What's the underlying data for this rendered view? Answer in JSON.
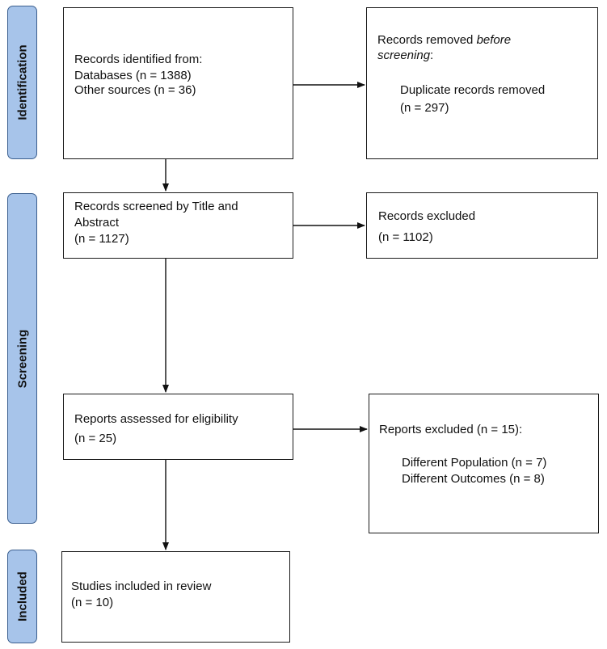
{
  "phases": {
    "identification": "Identification",
    "screening": "Screening",
    "included": "Included"
  },
  "identified": {
    "line1": "Records identified from:",
    "line2": "Databases (n = 1388)",
    "line3": "Other sources (n = 36)"
  },
  "removed": {
    "line1_prefix": "Records removed ",
    "line1_italic": "before",
    "line2_italic": "screening",
    "line2_suffix": ":",
    "line3": "Duplicate records removed",
    "line4": "(n = 297)"
  },
  "screened": {
    "line1": "Records screened by Title and",
    "line2": "Abstract",
    "line3": "(n = 1127)"
  },
  "excluded_records": {
    "line1": "Records excluded",
    "line2": "(n = 1102)"
  },
  "eligibility": {
    "line1": "Reports assessed for eligibility",
    "line2": "(n = 25)"
  },
  "excluded_reports": {
    "line1": "Reports excluded (n = 15):",
    "line2": "Different Population (n = 7)",
    "line3": "Different Outcomes  (n = 8)"
  },
  "included_studies": {
    "line1": "Studies included in review",
    "line2": "(n = 10)"
  }
}
